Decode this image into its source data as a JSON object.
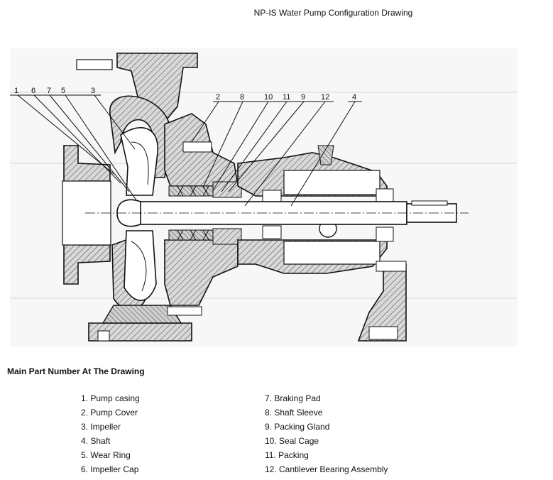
{
  "title": "NP-IS Water Pump Configuration Drawing",
  "callouts": [
    "1",
    "6",
    "7",
    "5",
    "3",
    "2",
    "8",
    "10",
    "11",
    "9",
    "12",
    "4"
  ],
  "legend": {
    "heading": "Main Part Number At The Drawing",
    "left": [
      "1. Pump casing",
      "2. Pump Cover",
      "3. Impeller",
      "4. Shaft",
      "5. Wear Ring",
      "6. Impeller Cap"
    ],
    "right": [
      "7. Braking Pad",
      "8. Shaft Sleeve",
      "9. Packing Gland",
      "10. Seal Cage",
      "11. Packing",
      "12. Cantilever Bearing Assembly"
    ]
  }
}
